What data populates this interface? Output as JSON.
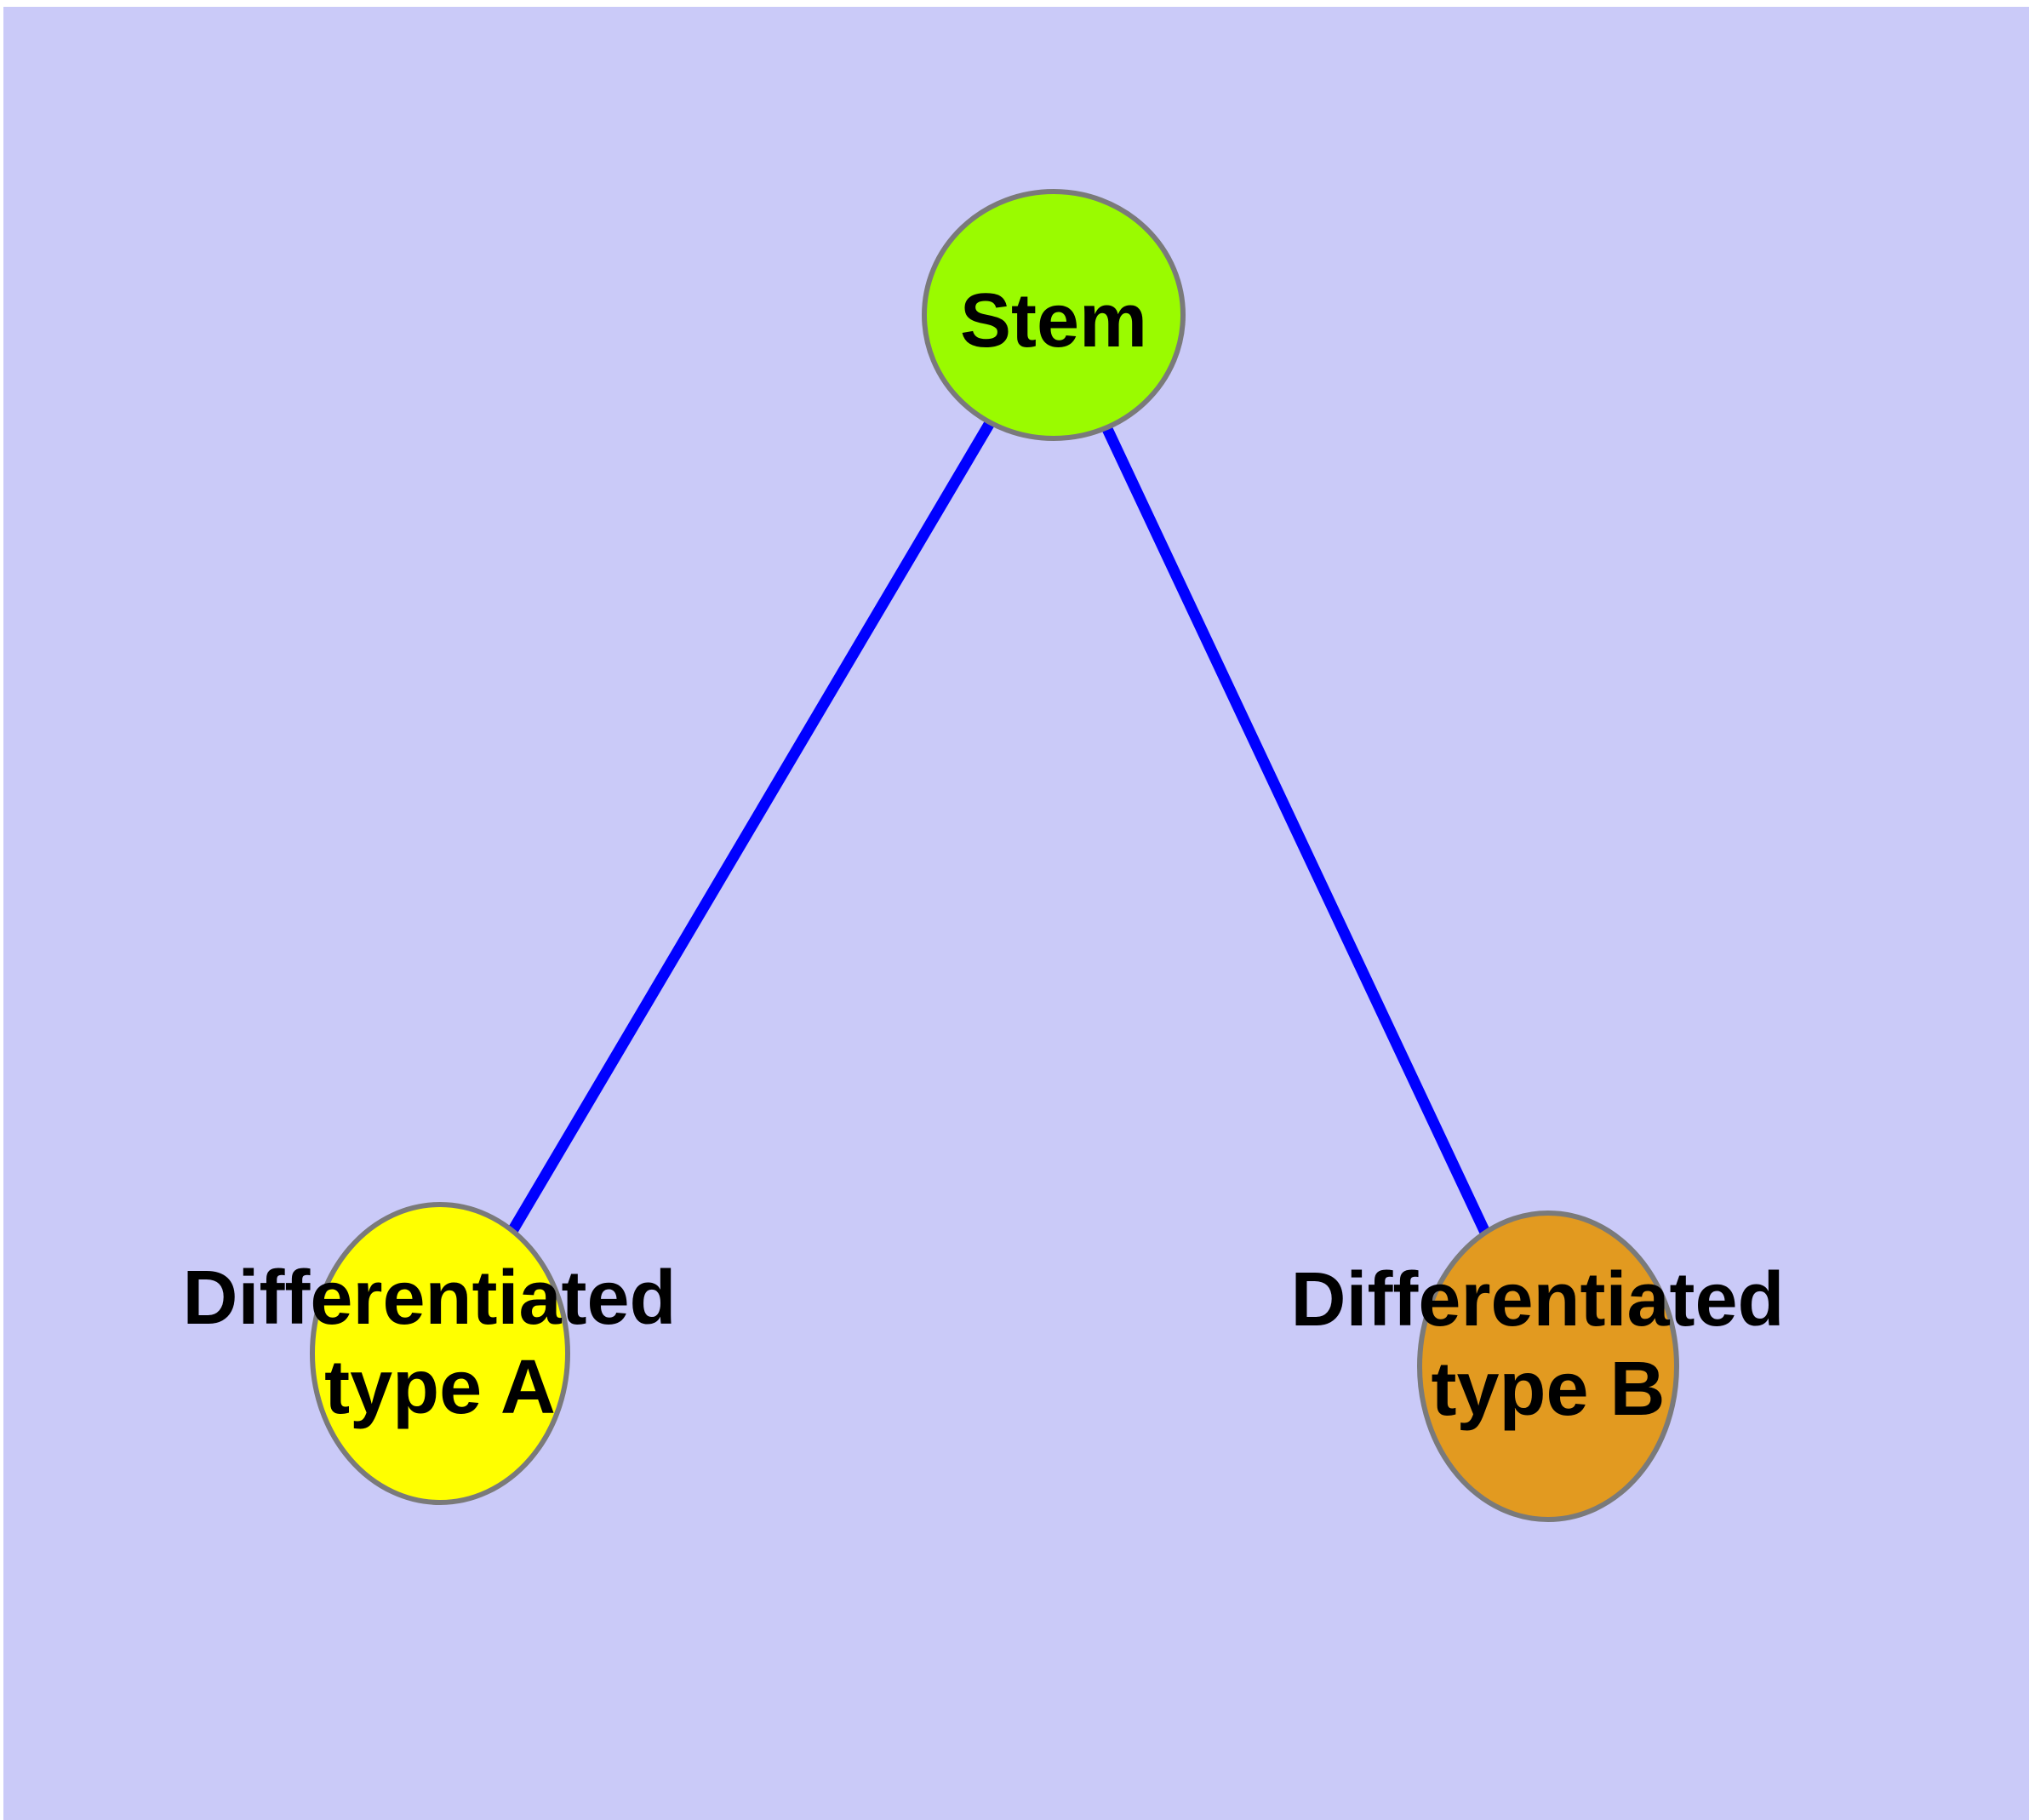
{
  "diagram": {
    "type": "node-link-graph",
    "background_color": "#cacaf8",
    "frame_color": "#ffffff",
    "edge_color": "#0000ff",
    "node_border_color": "#7a7a7a",
    "text_color": "#000000",
    "nodes": [
      {
        "id": "stem",
        "label": "Stem",
        "line1": "Stem",
        "line2": "",
        "fill": "#9afb00"
      },
      {
        "id": "type-a",
        "label": "Differentiated type A",
        "line1": "Differentiated",
        "line2": "type A",
        "fill": "#ffff00"
      },
      {
        "id": "type-b",
        "label": "Differentiated type B",
        "line1": "Differentiated",
        "line2": "type B",
        "fill": "#e29a20"
      }
    ],
    "edges": [
      {
        "from": "Stem",
        "to": "Differentiated type A"
      },
      {
        "from": "Stem",
        "to": "Differentiated type B"
      }
    ]
  }
}
